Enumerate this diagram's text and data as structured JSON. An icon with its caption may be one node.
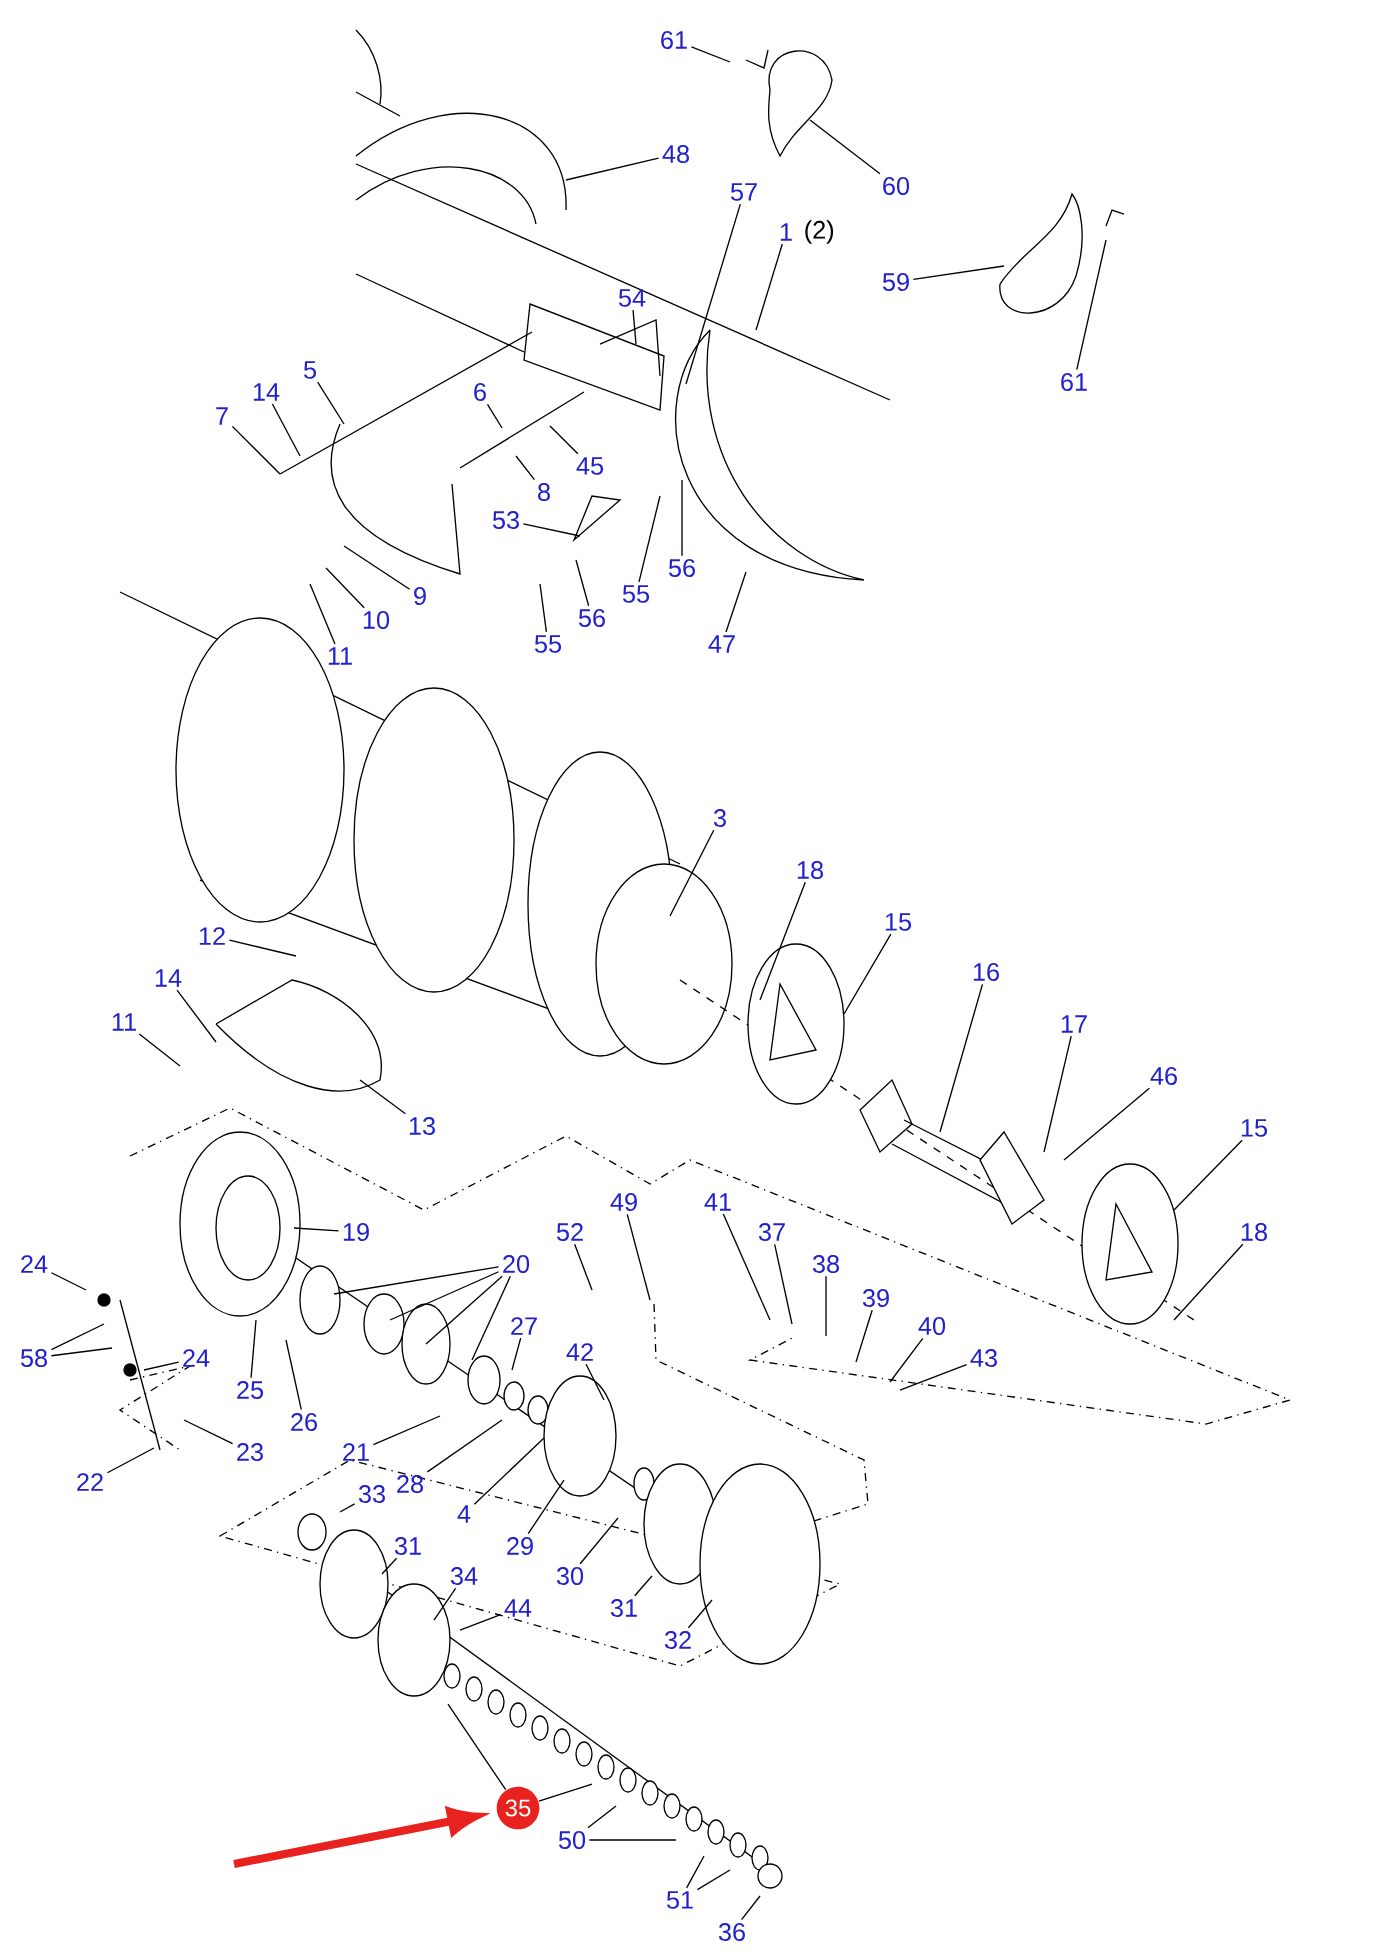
{
  "diagram": {
    "nodes": [
      {
        "text": [
          "61"
        ]
      },
      {
        "text": [
          "60"
        ]
      },
      {
        "text": [
          "48"
        ]
      },
      {
        "text": [
          "57"
        ]
      },
      {
        "text": [
          "1"
        ],
        "beside": [
          "(2)"
        ]
      },
      {
        "text": [
          "59"
        ]
      },
      {
        "text": [
          "54"
        ]
      },
      {
        "text": [
          "61"
        ]
      },
      {
        "text": [
          "5"
        ]
      },
      {
        "text": [
          "14"
        ]
      },
      {
        "text": [
          "7"
        ]
      },
      {
        "text": [
          "6"
        ]
      },
      {
        "text": [
          "45"
        ]
      },
      {
        "text": [
          "8"
        ]
      },
      {
        "text": [
          "53"
        ]
      },
      {
        "text": [
          "55"
        ]
      },
      {
        "text": [
          "56"
        ]
      },
      {
        "text": [
          "9"
        ]
      },
      {
        "text": [
          "10"
        ]
      },
      {
        "text": [
          "11"
        ]
      },
      {
        "text": [
          "56"
        ]
      },
      {
        "text": [
          "55"
        ]
      },
      {
        "text": [
          "47"
        ]
      },
      {
        "text": [
          "3"
        ]
      },
      {
        "text": [
          "18"
        ]
      },
      {
        "text": [
          "15"
        ]
      },
      {
        "text": [
          "12"
        ]
      },
      {
        "text": [
          "16"
        ]
      },
      {
        "text": [
          "14"
        ]
      },
      {
        "text": [
          "11"
        ]
      },
      {
        "text": [
          "17"
        ]
      },
      {
        "text": [
          "46"
        ]
      },
      {
        "text": [
          "13"
        ]
      },
      {
        "text": [
          "15"
        ]
      },
      {
        "text": [
          "49"
        ]
      },
      {
        "text": [
          "41"
        ]
      },
      {
        "text": [
          "19"
        ]
      },
      {
        "text": [
          "52"
        ]
      },
      {
        "text": [
          "37"
        ]
      },
      {
        "text": [
          "18"
        ]
      },
      {
        "text": [
          "24"
        ]
      },
      {
        "text": [
          "20"
        ]
      },
      {
        "text": [
          "38"
        ]
      },
      {
        "text": [
          "39"
        ]
      },
      {
        "text": [
          "27"
        ]
      },
      {
        "text": [
          "40"
        ]
      },
      {
        "text": [
          "58"
        ]
      },
      {
        "text": [
          "24"
        ]
      },
      {
        "text": [
          "42"
        ]
      },
      {
        "text": [
          "43"
        ]
      },
      {
        "text": [
          "25"
        ]
      },
      {
        "text": [
          "26"
        ]
      },
      {
        "text": [
          "23"
        ]
      },
      {
        "text": [
          "21"
        ]
      },
      {
        "text": [
          "22"
        ]
      },
      {
        "text": [
          "28"
        ]
      },
      {
        "text": [
          "4"
        ]
      },
      {
        "text": [
          "33"
        ]
      },
      {
        "text": [
          "29"
        ]
      },
      {
        "text": [
          "31"
        ]
      },
      {
        "text": [
          "30"
        ]
      },
      {
        "text": [
          "34"
        ]
      },
      {
        "text": [
          "31"
        ]
      },
      {
        "text": [
          "44"
        ]
      },
      {
        "text": [
          "32"
        ]
      },
      {
        "text": [
          "35"
        ]
      },
      {
        "text": [
          "50"
        ]
      },
      {
        "text": [
          "51"
        ]
      },
      {
        "text": [
          "36"
        ]
      }
    ],
    "edges": [
      {
        "from": 0,
        "to": null,
        "arrow": "none"
      },
      {
        "from": 1,
        "to": null,
        "arrow": "none"
      },
      {
        "from": 2,
        "to": null,
        "arrow": "none"
      },
      {
        "from": 3,
        "to": null,
        "arrow": "none"
      },
      {
        "from": 4,
        "to": null,
        "arrow": "none"
      },
      {
        "from": 5,
        "to": null,
        "arrow": "none"
      },
      {
        "from": 6,
        "to": null,
        "arrow": "none"
      },
      {
        "from": 7,
        "to": null,
        "arrow": "none"
      },
      {
        "from": 8,
        "to": null,
        "arrow": "none"
      },
      {
        "from": 9,
        "to": null,
        "arrow": "none"
      },
      {
        "from": 10,
        "to": null,
        "arrow": "none"
      },
      {
        "from": 11,
        "to": null,
        "arrow": "none"
      },
      {
        "from": 12,
        "to": null,
        "arrow": "none"
      },
      {
        "from": 13,
        "to": null,
        "arrow": "none"
      },
      {
        "from": 14,
        "to": null,
        "arrow": "none"
      },
      {
        "from": 15,
        "to": null,
        "arrow": "none"
      },
      {
        "from": 16,
        "to": null,
        "arrow": "none"
      },
      {
        "from": 17,
        "to": null,
        "arrow": "none"
      },
      {
        "from": 18,
        "to": null,
        "arrow": "none"
      },
      {
        "from": 19,
        "to": null,
        "arrow": "none"
      },
      {
        "from": 20,
        "to": null,
        "arrow": "none"
      },
      {
        "from": 21,
        "to": null,
        "arrow": "none"
      },
      {
        "from": 22,
        "to": null,
        "arrow": "none"
      },
      {
        "from": 23,
        "to": null,
        "arrow": "none"
      },
      {
        "from": 24,
        "to": null,
        "arrow": "none"
      },
      {
        "from": 25,
        "to": null,
        "arrow": "none"
      },
      {
        "from": 26,
        "to": null,
        "arrow": "none"
      },
      {
        "from": 27,
        "to": null,
        "arrow": "none"
      },
      {
        "from": 28,
        "to": null,
        "arrow": "none"
      },
      {
        "from": 29,
        "to": null,
        "arrow": "none"
      },
      {
        "from": 30,
        "to": null,
        "arrow": "none"
      },
      {
        "from": 31,
        "to": null,
        "arrow": "none"
      },
      {
        "from": 32,
        "to": null,
        "arrow": "none"
      },
      {
        "from": 33,
        "to": null,
        "arrow": "none"
      },
      {
        "from": 34,
        "to": null,
        "arrow": "none"
      },
      {
        "from": 35,
        "to": null,
        "arrow": "none"
      },
      {
        "from": 36,
        "to": null,
        "arrow": "none"
      },
      {
        "from": 37,
        "to": null,
        "arrow": "none"
      },
      {
        "from": 38,
        "to": null,
        "arrow": "none"
      },
      {
        "from": 39,
        "to": null,
        "arrow": "none"
      },
      {
        "from": 40,
        "to": null,
        "arrow": "none"
      },
      {
        "from": 41,
        "to": null,
        "arrow": "none"
      },
      {
        "from": 41,
        "to": null,
        "arrow": "none"
      },
      {
        "from": 41,
        "to": null,
        "arrow": "none"
      },
      {
        "from": 41,
        "to": null,
        "arrow": "none"
      },
      {
        "from": 42,
        "to": null,
        "arrow": "none"
      },
      {
        "from": 43,
        "to": null,
        "arrow": "none"
      },
      {
        "from": 44,
        "to": null,
        "arrow": "none"
      },
      {
        "from": 45,
        "to": null,
        "arrow": "none"
      },
      {
        "from": 46,
        "to": null,
        "arrow": "none"
      },
      {
        "from": 46,
        "to": null,
        "arrow": "none"
      },
      {
        "from": 47,
        "to": null,
        "arrow": "none"
      },
      {
        "from": 48,
        "to": null,
        "arrow": "none"
      },
      {
        "from": 49,
        "to": null,
        "arrow": "none"
      },
      {
        "from": 50,
        "to": null,
        "arrow": "none"
      },
      {
        "from": 51,
        "to": null,
        "arrow": "none"
      },
      {
        "from": 52,
        "to": null,
        "arrow": "none"
      },
      {
        "from": 53,
        "to": null,
        "arrow": "none"
      },
      {
        "from": 54,
        "to": null,
        "arrow": "none"
      },
      {
        "from": 55,
        "to": null,
        "arrow": "none"
      },
      {
        "from": 56,
        "to": null,
        "arrow": "none"
      },
      {
        "from": 57,
        "to": null,
        "arrow": "none"
      },
      {
        "from": 58,
        "to": null,
        "arrow": "none"
      },
      {
        "from": 59,
        "to": null,
        "arrow": "none"
      },
      {
        "from": 60,
        "to": null,
        "arrow": "none"
      },
      {
        "from": 61,
        "to": null,
        "arrow": "none"
      },
      {
        "from": 62,
        "to": null,
        "arrow": "none"
      },
      {
        "from": 63,
        "to": null,
        "arrow": "none"
      },
      {
        "from": 64,
        "to": null,
        "arrow": "none"
      },
      {
        "from": 65,
        "to": null,
        "arrow": "none"
      },
      {
        "from": 65,
        "to": null,
        "arrow": "none"
      },
      {
        "from": 66,
        "to": null,
        "arrow": "none"
      },
      {
        "from": 66,
        "to": null,
        "arrow": "none"
      },
      {
        "from": 67,
        "to": null,
        "arrow": "none"
      },
      {
        "from": 67,
        "to": null,
        "arrow": "none"
      },
      {
        "from": 68,
        "to": null,
        "arrow": "none"
      },
      {
        "from": null,
        "to": 65,
        "arrow": "to",
        "style": "thick",
        "color": "#e8231f"
      }
    ]
  }
}
